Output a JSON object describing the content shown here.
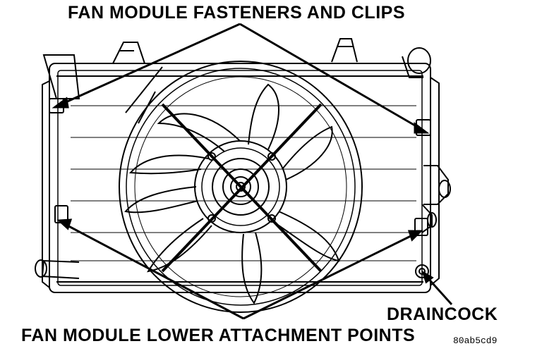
{
  "labels": {
    "fasteners": "FAN MODULE FASTENERS AND CLIPS",
    "lower_points": "FAN MODULE LOWER ATTACHMENT POINTS",
    "draincock": "DRAINCOCK",
    "figure_code": "80ab5cd9"
  },
  "colors": {
    "ink": "#000000",
    "paper": "#ffffff"
  }
}
